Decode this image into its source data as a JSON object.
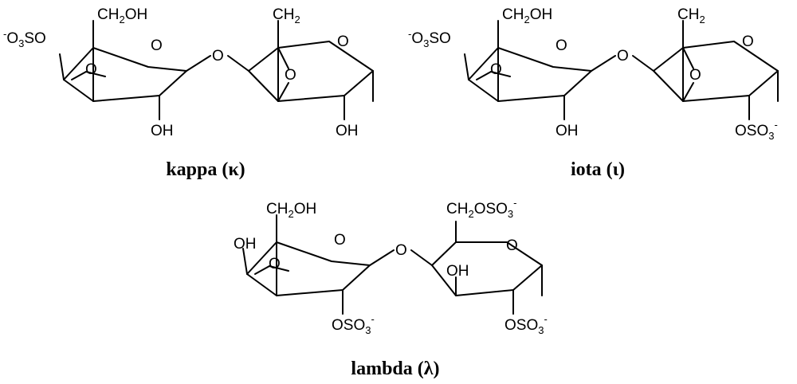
{
  "atoms": {
    "ch2oh": [
      "CH",
      "2",
      "OH"
    ],
    "ch2": [
      "CH",
      "2"
    ],
    "ring_o": "O",
    "oh": "OH",
    "so3o": [
      "-",
      "O",
      "3",
      "SO"
    ],
    "oso3": [
      "OSO",
      "3",
      "-"
    ],
    "ch2oso3": [
      "CH",
      "2",
      "OSO",
      "3",
      "-"
    ]
  },
  "captions": {
    "kappa": "kappa (κ)",
    "iota": "iota (ι)",
    "lambda": "lambda (λ)"
  }
}
